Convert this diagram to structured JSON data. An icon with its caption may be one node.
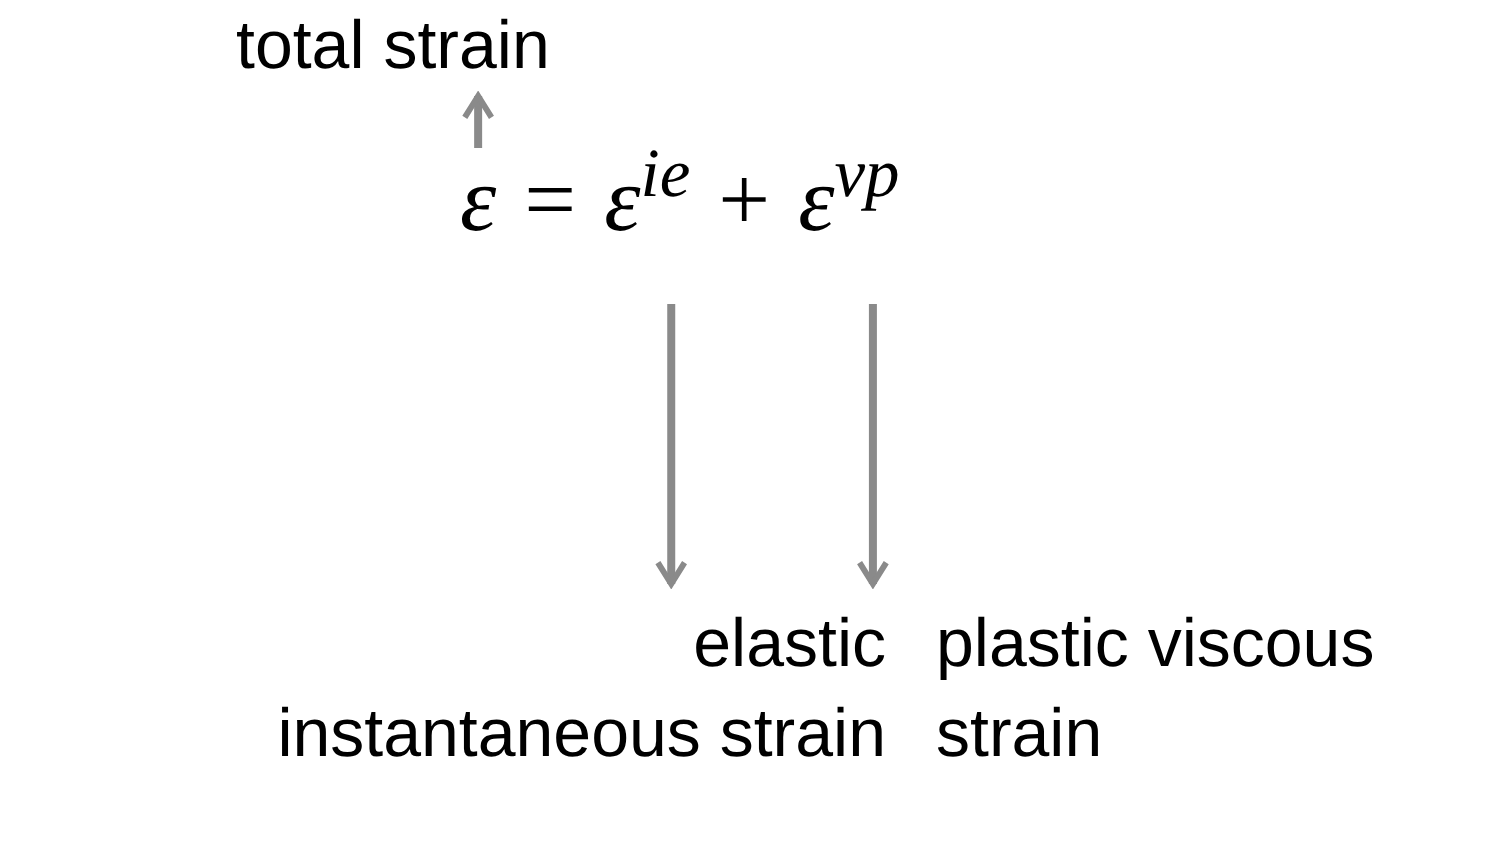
{
  "diagram": {
    "nodes": [
      {
        "text": [
          "total strain"
        ]
      },
      {
        "text": [
          "ε"
        ]
      },
      {
        "text": [
          "ε$^{ie}$"
        ]
      },
      {
        "text": [
          "ε$^{vp}$"
        ]
      },
      {
        "text": [
          "elastic instantaneous strain"
        ]
      },
      {
        "text": [
          "plastic viscous strain"
        ]
      }
    ],
    "edges": [
      {
        "from": 1,
        "to": 0,
        "arrow": "to"
      },
      {
        "from": 2,
        "to": 4,
        "arrow": "to"
      },
      {
        "from": 3,
        "to": 5,
        "arrow": "to"
      }
    ],
    "labels": [
      "=",
      "+"
    ]
  }
}
